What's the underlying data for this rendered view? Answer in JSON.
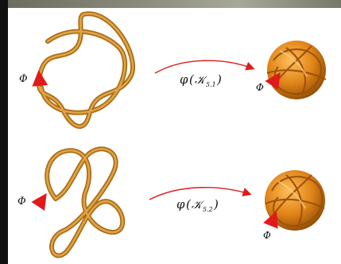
{
  "labels": {
    "phi": "Φ",
    "map_symbol": "φ",
    "knot_symbol": "𝒦",
    "knot_1_sub": "5.1",
    "knot_2_sub": "5.2"
  },
  "colors": {
    "knot_tube": "#c8861f",
    "knot_tube_light": "#e6a646",
    "solid_knot": "#e18a1c",
    "arrow": "#e01a1a"
  }
}
